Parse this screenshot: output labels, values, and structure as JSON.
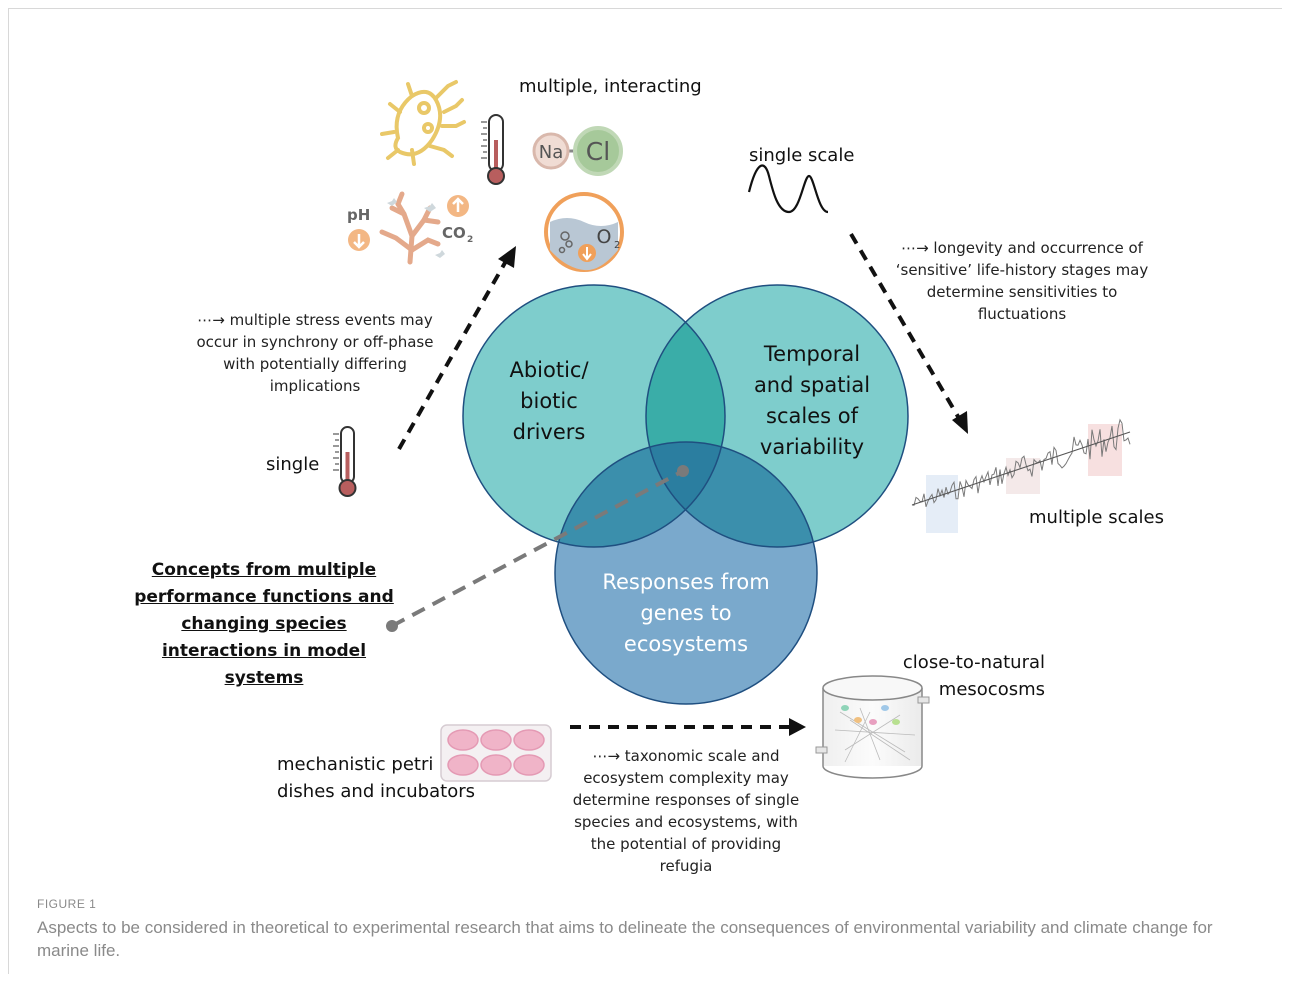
{
  "labels": {
    "multiple_interacting": "multiple, interacting",
    "single_scale": "single scale",
    "single": "single",
    "multiple_scales": "multiple scales",
    "close_to_natural": "close-to-natural",
    "mesocosms": "mesocosms",
    "petri_line1": "mechanistic petri",
    "petri_line2": "dishes and incubators",
    "ph": "pH",
    "co2": "CO",
    "co2_sub": "2",
    "na": "Na",
    "cl": "Cl",
    "o2": "O",
    "o2_sub": "2"
  },
  "circles": {
    "abiotic": [
      "Abiotic/",
      "biotic",
      "drivers"
    ],
    "temporal": [
      "Temporal",
      "and spatial",
      "scales of",
      "variability"
    ],
    "responses": [
      "Responses from",
      "genes to",
      "ecosystems"
    ]
  },
  "notes": {
    "stress": [
      "⋯→ multiple stress events may",
      "occur in synchrony or off-phase",
      "with potentially differing",
      "implications"
    ],
    "longevity": [
      "⋯→ longevity and occurrence of",
      "‘sensitive’ life-history stages may",
      "determine sensitivities to",
      "fluctuations"
    ],
    "taxonomic": [
      "⋯→ taxonomic scale and",
      "ecosystem complexity may",
      "determine responses of single",
      "species and ecosystems, with",
      "the potential of providing",
      "refugia"
    ]
  },
  "concept": [
    "Concepts from multiple",
    "performance functions and",
    "changing species",
    "interactions in model",
    "systems"
  ],
  "figure": {
    "label": "FIGURE 1",
    "caption": "Aspects to be considered in theoretical to experimental research that aims to delineate the consequences of environmental variability and climate change for marine life."
  },
  "colors": {
    "circle_abiotic": "#7ecdcc",
    "circle_temporal": "#7ecdcc",
    "circle_responses": "#7aa9cc",
    "overlap_top": "#3aada8",
    "overlap_center": "#2b7ea0",
    "circle_stroke": "#1f4f80",
    "bacteria": "#e9c868",
    "coral": "#e4a98b",
    "orange_accent": "#f0a05a",
    "caption": "#8a8a8a"
  },
  "icons": [
    "bacteria-icon",
    "thermometer-icon",
    "sodium-chloride-icon",
    "oxygen-decrease-icon",
    "coral-reef-icon",
    "sine-wave-icon",
    "time-series-icon",
    "petri-dish-icon",
    "mesocosm-icon"
  ]
}
